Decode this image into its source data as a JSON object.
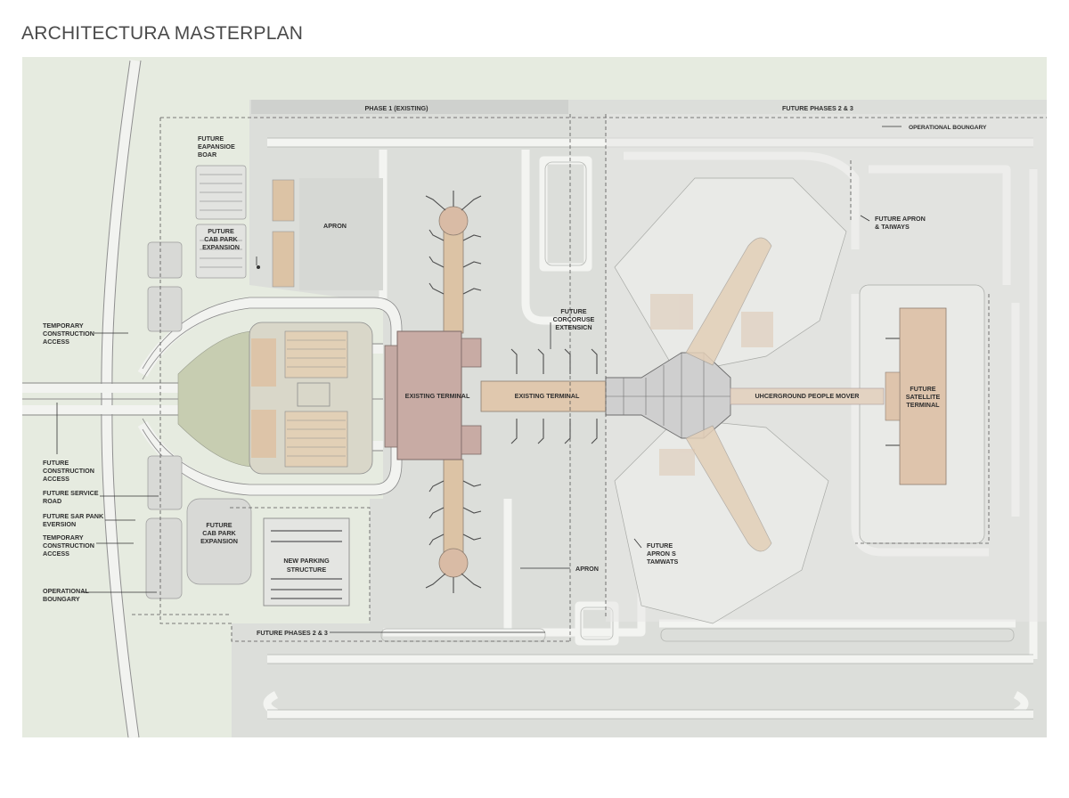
{
  "title": "ARCHITECTURA MASTERPLAN",
  "colors": {
    "ground": "#e6ebe0",
    "pavement": "#dddfdc",
    "road": "#f0f1ee",
    "terminal": "#c8aba4",
    "concourse": "#e0c8ae",
    "green": "#c6ccb0",
    "line": "#8c8c8c"
  },
  "labels": {
    "phase1": "PHASE 1 (EXISTING)",
    "future_phases_top": "FUTURE PHASES 2 & 3",
    "operational_boundary_top": "OPERATIONAL BOUNGARY",
    "future_expansion_boar": [
      "FUTURE",
      "EAPANSIOE",
      "BOAR"
    ],
    "future_car_park_expansion_top": [
      "PUTURE",
      "CAB PARK",
      "EXPANSION"
    ],
    "apron_top": "APRON",
    "future_apron_taxiways": [
      "FUTURE APRON",
      "& TAIWAYS"
    ],
    "future_concourse_extension": [
      "FUTURE",
      "CORCORUSE",
      "EXTENSICN"
    ],
    "temporary_construction_access_top": [
      "TEMPORARY",
      "CONSTRUCTION",
      "ACCESS"
    ],
    "existing_terminal_main": "EXISTING TERMINAL",
    "existing_terminal_concourse": "EXISTING TERMINAL",
    "underground_people_mover": "UHCERGROUND PEOPLE MOVER",
    "future_satellite_terminal": [
      "FUTURE",
      "SATELLITE",
      "TERMINAL"
    ],
    "future_construction_access": [
      "FUTURE",
      "CONSTRUCTION",
      "ACCESS"
    ],
    "future_service_road": [
      "FUTURE SERVICE",
      "ROAD"
    ],
    "future_car_park_eversion": [
      "FUTURE SAR PANK",
      "EVERSION"
    ],
    "temporary_construction_access_bottom": [
      "TEMPORARY",
      "CONSTRUCTION",
      "ACCESS"
    ],
    "operational_boundary_left": [
      "OPERATIONAL",
      "BOUNGARY"
    ],
    "future_cab_park_expansion": [
      "FUTURE",
      "CAB PARK",
      "EXPANSION"
    ],
    "new_parking_structure": [
      "NEW PARKING",
      "STRUCTURE"
    ],
    "apron_bottom": "APRON",
    "future_apron_taxiways_bottom": [
      "FUTURE",
      "APRON S",
      "TAMWATS"
    ],
    "future_phases_bottom": "FUTURE PHASES 2 & 3"
  }
}
